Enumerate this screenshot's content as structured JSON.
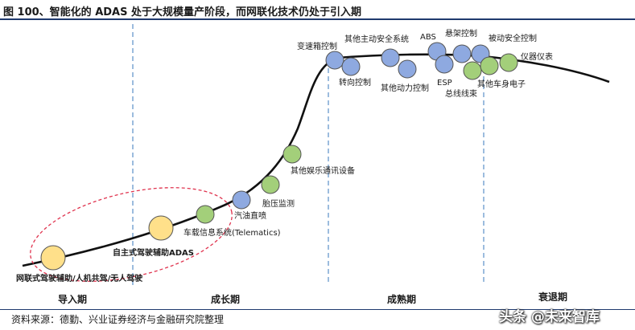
{
  "title": "图 100、智能化的 ADAS 处于大规模量产阶段，而网联化技术仍处于引入期",
  "source": "资料来源：德勤、兴业证券经济与金融研究院整理",
  "watermark": "头条 @未来智库",
  "phases": [
    "导入期",
    "成长期",
    "成熟期",
    "衰退期"
  ],
  "colors": {
    "yellow": "#ffe08a",
    "green": "#a3cf7a",
    "blue": "#8ea9e0",
    "curve": "#111111",
    "divider": "#5b8fc7",
    "ellipse": "#e0344f"
  },
  "nodes": [
    {
      "label": "网联式驾驶辅助/人机共驾/无人驾驶",
      "color": "yellow"
    },
    {
      "label": "自主式驾驶辅助ADAS",
      "color": "yellow"
    },
    {
      "label": "车载信息系统(Telematics)",
      "color": "green"
    },
    {
      "label": "汽油直喷",
      "color": "blue"
    },
    {
      "label": "胎压监测",
      "color": "green"
    },
    {
      "label": "其他娱乐通讯设备",
      "color": "green"
    },
    {
      "label": "变速箱控制",
      "color": "blue"
    },
    {
      "label": "转向控制",
      "color": "blue"
    },
    {
      "label": "其他主动安全系统",
      "color": "blue"
    },
    {
      "label": "其他动力控制",
      "color": "blue"
    },
    {
      "label": "ABS",
      "color": "blue"
    },
    {
      "label": "ESP",
      "color": "blue"
    },
    {
      "label": "悬架控制",
      "color": "blue"
    },
    {
      "label": "总线线束",
      "color": "green"
    },
    {
      "label": "被动安全控制",
      "color": "blue"
    },
    {
      "label": "其他车身电子",
      "color": "green"
    },
    {
      "label": "仪器仪表",
      "color": "green"
    }
  ]
}
